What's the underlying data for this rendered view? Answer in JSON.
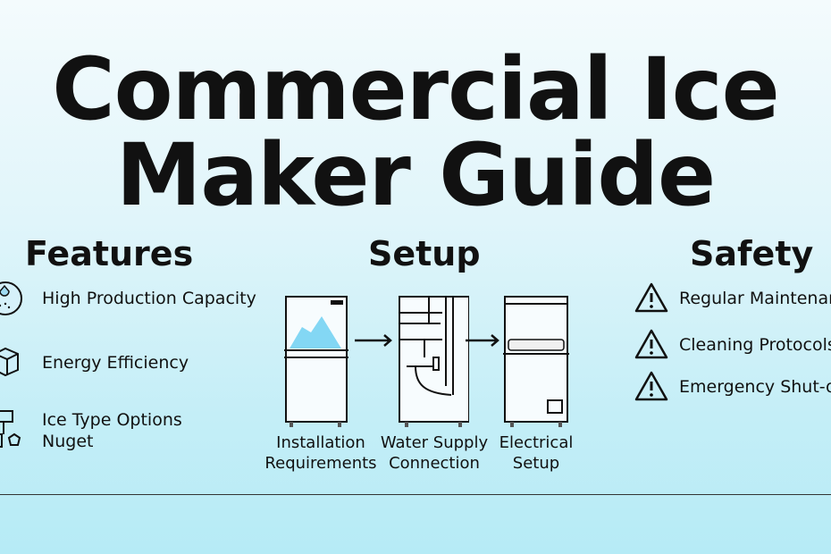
{
  "title": {
    "line1": "Commercial Ice",
    "line2": "Maker Guide"
  },
  "sections": {
    "features": {
      "heading": "Features",
      "items": [
        {
          "label": "High Production Capacity",
          "icon": "ice-drop-icon"
        },
        {
          "label": "Energy Efficiency",
          "icon": "ice-cube-icon"
        },
        {
          "label": "Ice Type Options",
          "sublabel": "Nuget",
          "icon": "ice-types-icon"
        }
      ]
    },
    "setup": {
      "heading": "Setup",
      "steps": [
        {
          "line1": "Installation",
          "line2": "Requirements"
        },
        {
          "line1": "Water Supply",
          "line2": "Connection"
        },
        {
          "line1": "Electrical",
          "line2": "Setup"
        }
      ]
    },
    "safety": {
      "heading": "Safety",
      "items": [
        {
          "label": "Regular Maintenan"
        },
        {
          "label": "Cleaning Protocols"
        },
        {
          "label": "Emergency Shut-o"
        }
      ]
    }
  },
  "colors": {
    "ice": "#5cc8ef",
    "line": "#111111"
  }
}
